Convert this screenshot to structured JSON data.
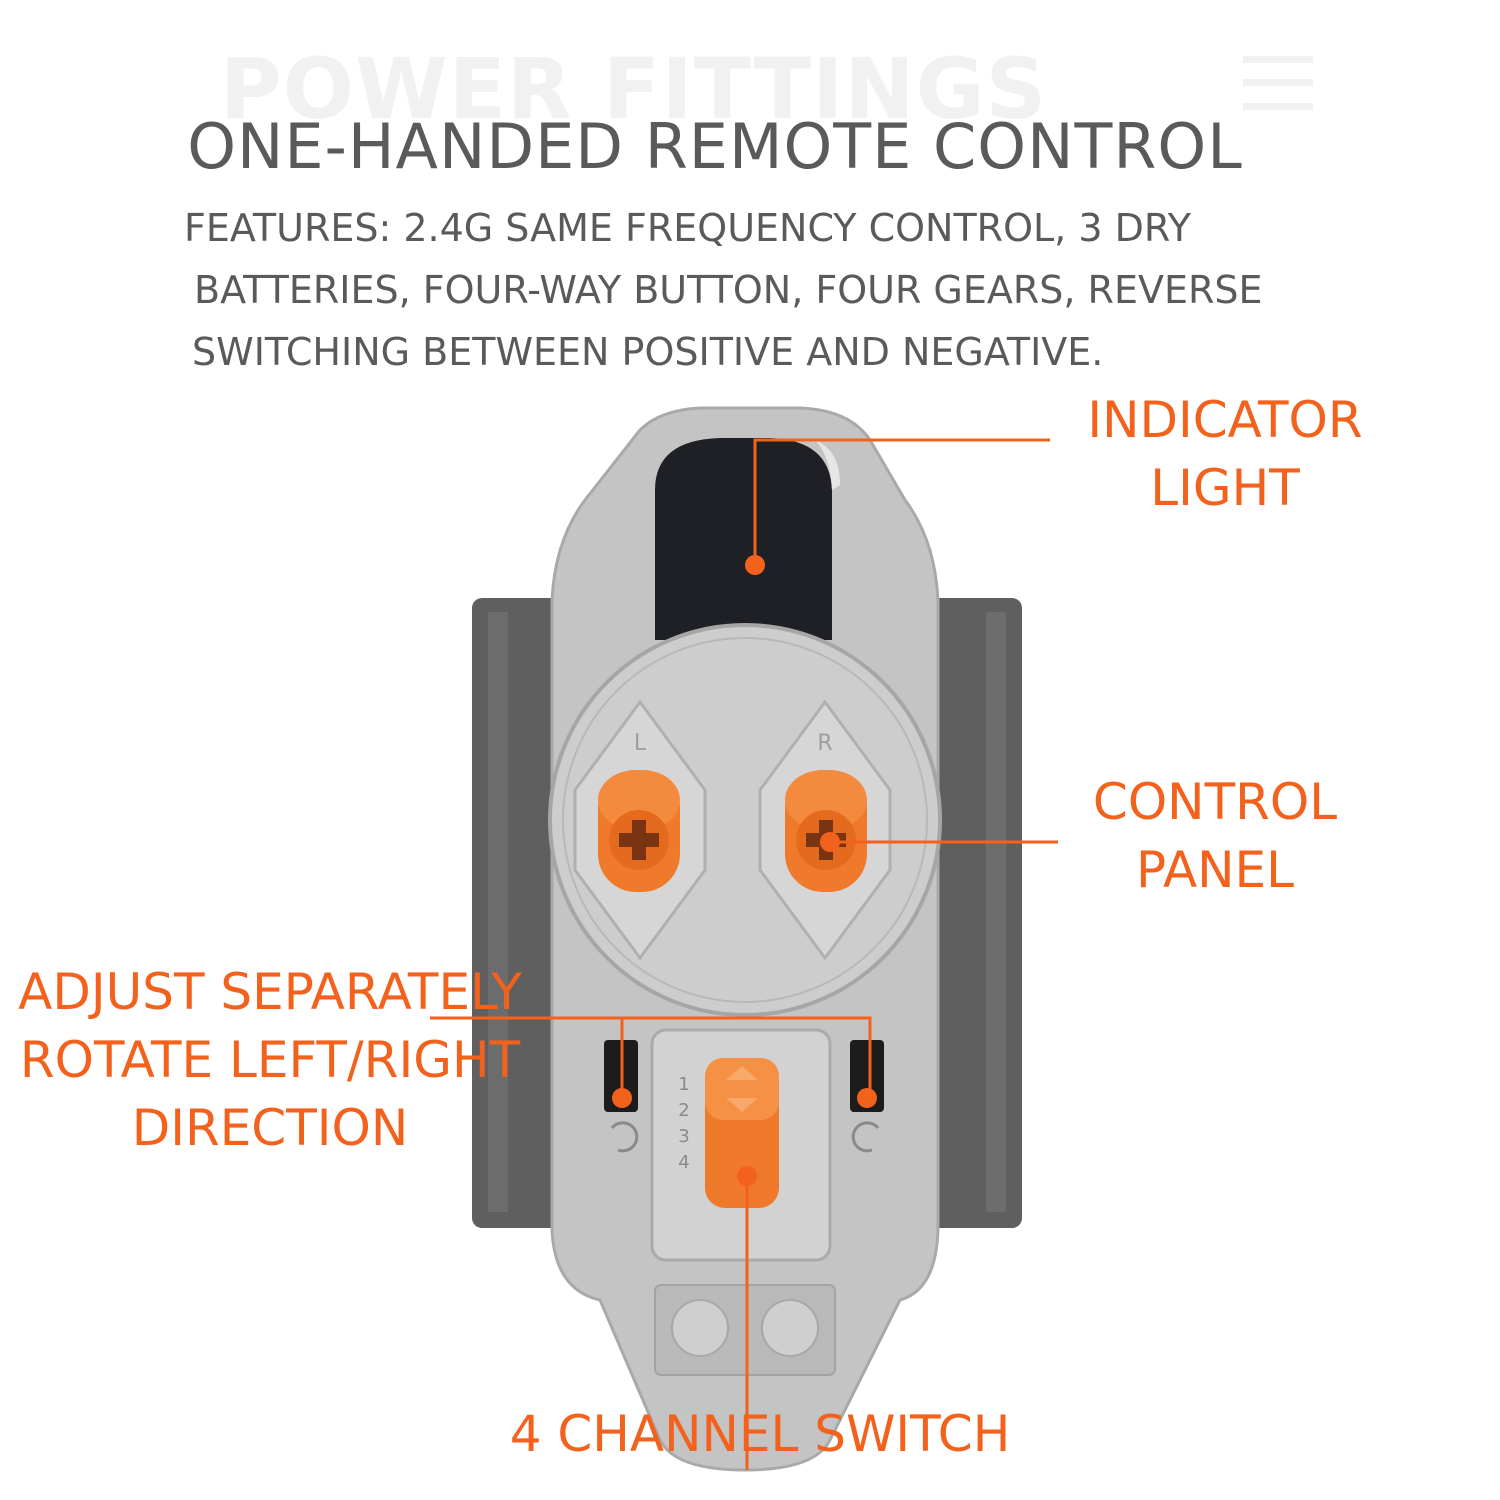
{
  "watermark": "POWER FITTINGS",
  "title": "ONE-HANDED REMOTE CONTROL",
  "features": [
    "FEATURES: 2.4G SAME FREQUENCY CONTROL, 3 DRY",
    "BATTERIES, FOUR-WAY BUTTON, FOUR GEARS, REVERSE",
    "SWITCHING BETWEEN POSITIVE AND NEGATIVE."
  ],
  "callouts": {
    "indicator": [
      "INDICATOR",
      "LIGHT"
    ],
    "control": [
      "CONTROL",
      "PANEL"
    ],
    "adjust": [
      "ADJUST SEPARATELY",
      "ROTATE LEFT/RIGHT",
      "DIRECTION"
    ],
    "switch": "4 CHANNEL SWITCH"
  },
  "device": {
    "left_label": "L",
    "right_label": "R",
    "gear_numbers": [
      "1",
      "2",
      "3",
      "4"
    ]
  },
  "colors": {
    "accent": "#f2621d",
    "text": "#5a5a5a",
    "body": "#bdbdbd",
    "dark": "#5f5f5f",
    "knob": "#f07a2c"
  },
  "icons": [
    "menu-icon",
    "rotate-ccw-icon",
    "rotate-cw-icon",
    "up-arrow-icon",
    "down-arrow-icon"
  ]
}
